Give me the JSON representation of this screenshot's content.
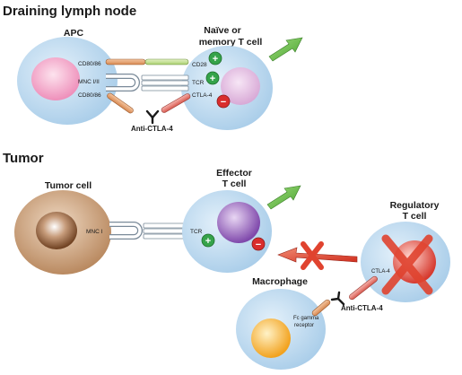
{
  "sections": {
    "top": "Draining lymph node",
    "bottom": "Tumor"
  },
  "cells": {
    "apc": "APC",
    "naive_line1": "Naïve or",
    "naive_line2": "memory T cell",
    "tumor": "Tumor cell",
    "effector_line1": "Effector",
    "effector_line2": "T cell",
    "regulatory_line1": "Regulatory",
    "regulatory_line2": "T cell",
    "macrophage": "Macrophage"
  },
  "molecules": {
    "cd80_86_top": "CD80/86",
    "mhc_apc": "MNC I/II",
    "cd80_86_bottom": "CD80/86",
    "cd28": "CD28",
    "tcr_top": "TCR",
    "ctla4_top": "CTLA-4",
    "mhc_tumor": "MNC I",
    "tcr_effector": "TCR",
    "ctla4_treg": "CTLA-4",
    "fc_line1": "Fc gamma",
    "fc_line2": "receptor"
  },
  "drugs": {
    "anti_ctla4_top": "Anti-CTLA-4",
    "anti_ctla4_bottom": "Anti-CTLA-4"
  },
  "signs": {
    "plus": "+",
    "minus": "−"
  },
  "colors": {
    "cell_body": "#bcd9ee",
    "apc_nucleus": "#f2a6c6",
    "naive_nucleus": "#e7c3e6",
    "tumor_cell": "#c9a27f",
    "effector_nucleus": "#9f6dc4",
    "treg_nucleus": "#e6554a",
    "macrophage_nucleus": "#f6b83d",
    "plus_sign": "#35a34a",
    "minus_sign": "#d92d2d",
    "arrow_green": "#6abf4b",
    "arrow_red": "#e0432f"
  }
}
